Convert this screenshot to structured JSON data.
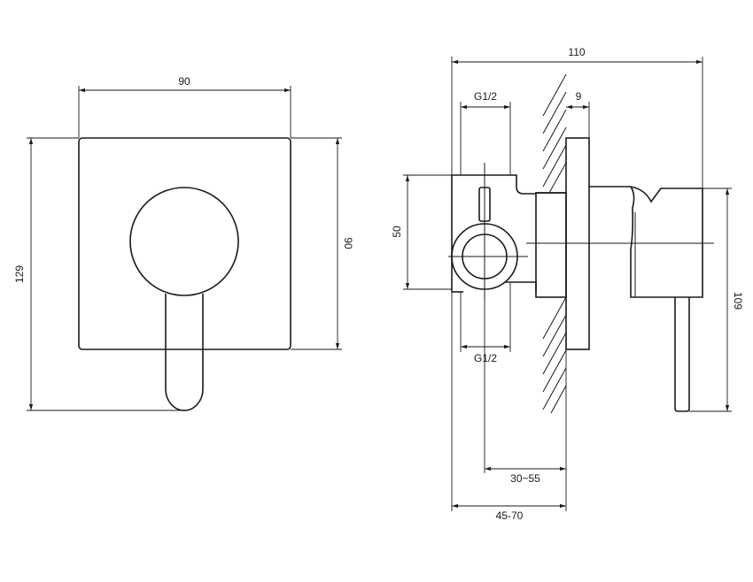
{
  "front_view": {
    "width_label": "90",
    "height_label": "129",
    "plate_height_label": "90"
  },
  "side_view": {
    "total_depth_label": "110",
    "thread_top_label": "G1/2",
    "plate_label": "9",
    "body_height_label": "50",
    "overall_height_label": "109",
    "thread_bottom_label": "G1/2",
    "range_inner_label": "30~55",
    "range_outer_label": "45-70"
  }
}
